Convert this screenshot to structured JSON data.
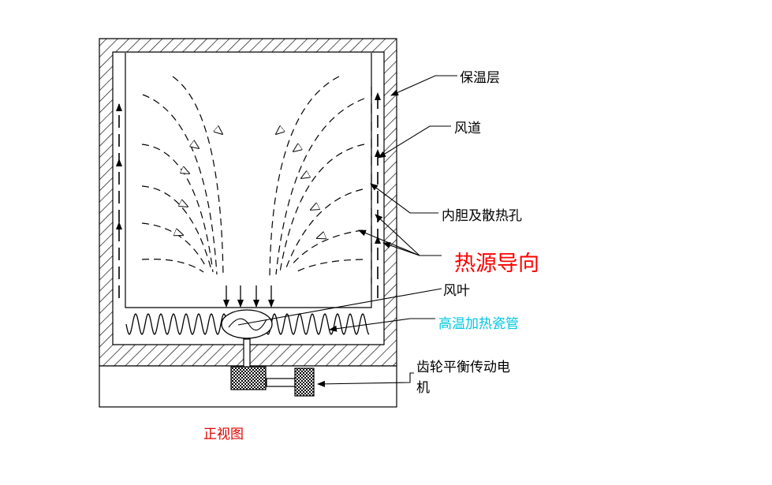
{
  "diagram": {
    "labels": {
      "insulation": "保温层",
      "air_duct": "风道",
      "liner_holes": "内胆及散热孔",
      "heat_direction": "热源导向",
      "fan_blade": "风叶",
      "heating_tube": "高温加热瓷管",
      "motor_line1": "齿轮平衡传动电",
      "motor_line2": "机",
      "caption": "正视图"
    },
    "colors": {
      "line": "#000000",
      "heat_direction": "#ff0000",
      "heating_tube": "#00c8e6",
      "caption": "#e00000"
    }
  }
}
